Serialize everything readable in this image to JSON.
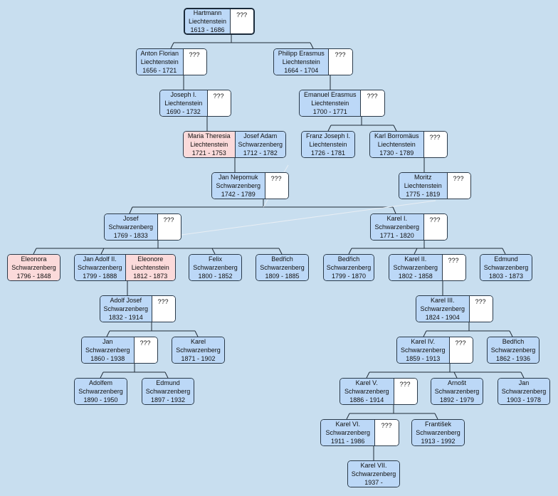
{
  "persons": {
    "hartmann": {
      "name": "Hartmann",
      "surname": "Liechtenstein",
      "dates": "1613 - 1686",
      "sex": "male"
    },
    "anton_florian": {
      "name": "Anton Florian",
      "surname": "Liechtenstein",
      "dates": "1656 - 1721",
      "sex": "male"
    },
    "philipp_erasmus": {
      "name": "Philipp Erasmus",
      "surname": "Liechtenstein",
      "dates": "1664 - 1704",
      "sex": "male"
    },
    "joseph_i": {
      "name": "Joseph I.",
      "surname": "Liechtenstein",
      "dates": "1690 - 1732",
      "sex": "male"
    },
    "emanuel_erasmus": {
      "name": "Emanuel Erasmus",
      "surname": "Liechtenstein",
      "dates": "1700 - 1771",
      "sex": "male"
    },
    "maria_theresia": {
      "name": "Maria Theresia",
      "surname": "Liechtenstein",
      "dates": "1721 - 1753",
      "sex": "female"
    },
    "josef_adam": {
      "name": "Josef Adam",
      "surname": "Schwarzenberg",
      "dates": "1712 - 1782",
      "sex": "male"
    },
    "franz_joseph_i": {
      "name": "Franz Joseph I.",
      "surname": "Liechtenstein",
      "dates": "1726 - 1781",
      "sex": "male"
    },
    "karl_borromaus": {
      "name": "Karl Borromäus",
      "surname": "Liechtenstein",
      "dates": "1730 - 1789",
      "sex": "male"
    },
    "jan_nepomuk": {
      "name": "Jan Nepomuk",
      "surname": "Schwarzenberg",
      "dates": "1742 - 1789",
      "sex": "male"
    },
    "moritz": {
      "name": "Moritz",
      "surname": "Liechtenstein",
      "dates": "1775 - 1819",
      "sex": "male"
    },
    "josef": {
      "name": "Josef",
      "surname": "Schwarzenberg",
      "dates": "1769 - 1833",
      "sex": "male"
    },
    "karel_i": {
      "name": "Karel I.",
      "surname": "Schwarzenberg",
      "dates": "1771 - 1820",
      "sex": "male"
    },
    "eleonora": {
      "name": "Eleonora",
      "surname": "Schwarzenberg",
      "dates": "1796 - 1848",
      "sex": "female"
    },
    "jan_adolf_ii": {
      "name": "Jan Adolf II.",
      "surname": "Schwarzenberg",
      "dates": "1799 - 1888",
      "sex": "male"
    },
    "eleonore": {
      "name": "Eleonore",
      "surname": "Liechtenstein",
      "dates": "1812 - 1873",
      "sex": "female"
    },
    "felix": {
      "name": "Felix",
      "surname": "Schwarzenberg",
      "dates": "1800 - 1852",
      "sex": "male"
    },
    "bedrich_1": {
      "name": "Bedřich",
      "surname": "Schwarzenberg",
      "dates": "1809 - 1885",
      "sex": "male"
    },
    "bedrich_2": {
      "name": "Bedřich",
      "surname": "Schwarzenberg",
      "dates": "1799 - 1870",
      "sex": "male"
    },
    "karel_ii": {
      "name": "Karel II.",
      "surname": "Schwarzenberg",
      "dates": "1802 - 1858",
      "sex": "male"
    },
    "edmund_1": {
      "name": "Edmund",
      "surname": "Schwarzenberg",
      "dates": "1803 - 1873",
      "sex": "male"
    },
    "adolf_josef": {
      "name": "Adolf Josef",
      "surname": "Schwarzenberg",
      "dates": "1832 - 1914",
      "sex": "male"
    },
    "karel_iii": {
      "name": "Karel III.",
      "surname": "Schwarzenberg",
      "dates": "1824 - 1904",
      "sex": "male"
    },
    "jan_1": {
      "name": "Jan",
      "surname": "Schwarzenberg",
      "dates": "1860 - 1938",
      "sex": "male"
    },
    "karel_1871": {
      "name": "Karel",
      "surname": "Schwarzenberg",
      "dates": "1871 - 1902",
      "sex": "male"
    },
    "karel_iv": {
      "name": "Karel IV.",
      "surname": "Schwarzenberg",
      "dates": "1859 - 1913",
      "sex": "male"
    },
    "bedrich_3": {
      "name": "Bedřich",
      "surname": "Schwarzenberg",
      "dates": "1862 - 1936",
      "sex": "male"
    },
    "adolfem": {
      "name": "Adolfem",
      "surname": "Schwarzenberg",
      "dates": "1890 - 1950",
      "sex": "male"
    },
    "edmund_2": {
      "name": "Edmund",
      "surname": "Schwarzenberg",
      "dates": "1897 - 1932",
      "sex": "male"
    },
    "karel_v": {
      "name": "Karel V.",
      "surname": "Schwarzenberg",
      "dates": "1886 - 1914",
      "sex": "male"
    },
    "arnost": {
      "name": "Arnošt",
      "surname": "Schwarzenberg",
      "dates": "1892 - 1979",
      "sex": "male"
    },
    "jan_2": {
      "name": "Jan",
      "surname": "Schwarzenberg",
      "dates": "1903 - 1978",
      "sex": "male"
    },
    "karel_vi": {
      "name": "Karel VI.",
      "surname": "Schwarzenberg",
      "dates": "1911 - 1986",
      "sex": "male"
    },
    "frantisek": {
      "name": "František",
      "surname": "Schwarzenberg",
      "dates": "1913 - 1992",
      "sex": "male"
    },
    "karel_vii": {
      "name": "Karel VII.",
      "surname": "Schwarzenberg",
      "dates": "1937 -",
      "sex": "male"
    }
  },
  "unknown_spouse_label": "???",
  "colors": {
    "background": "#c8deef",
    "male": "#bcd8f7",
    "female": "#fbdada",
    "unknown": "#ffffff",
    "border": "#2a3a4a",
    "line": "#1e2a36",
    "cross_link": "#e8eef4"
  }
}
